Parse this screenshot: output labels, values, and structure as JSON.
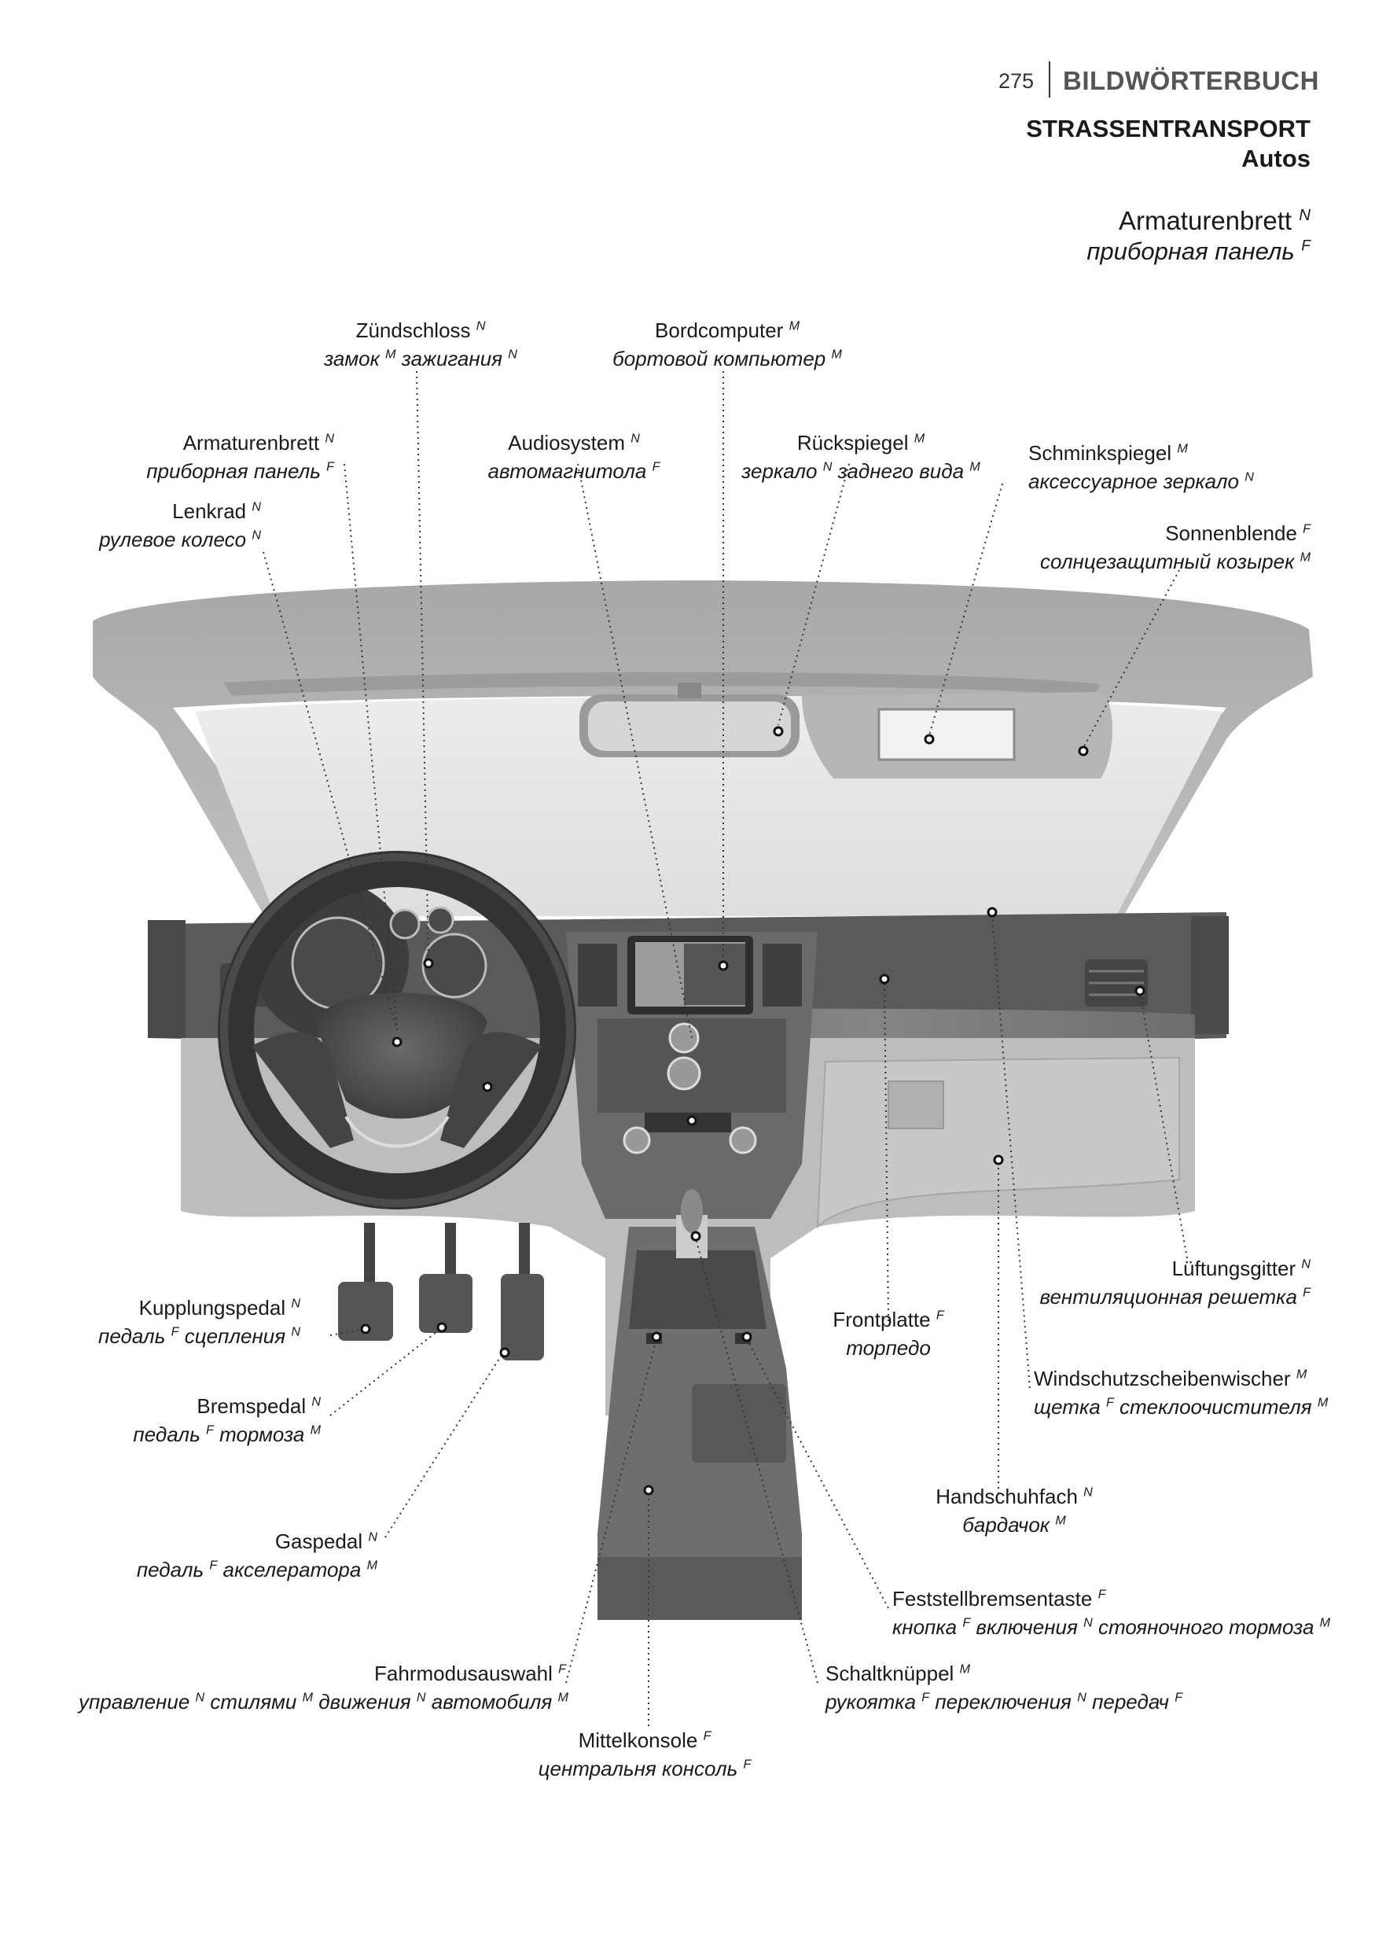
{
  "header": {
    "page_number": "275",
    "section": "BILDWÖRTERBUCH",
    "topic": "STRASSENTRANSPORT",
    "subtopic": "Autos",
    "term_de": "Armaturenbrett",
    "term_de_gender": "N",
    "term_ru": "приборная панель",
    "term_ru_gender": "F"
  },
  "labels": {
    "zuendschloss": {
      "de": "Zündschloss",
      "de_g": "N",
      "ru1": "замок",
      "ru1_g": "M",
      "ru2": "зажигания",
      "ru2_g": "N"
    },
    "bordcomputer": {
      "de": "Bordcomputer",
      "de_g": "M",
      "ru1": "бортовой компьютер",
      "ru1_g": "M"
    },
    "armaturenbrett": {
      "de": "Armaturenbrett",
      "de_g": "N",
      "ru1": "приборная панель",
      "ru1_g": "F"
    },
    "audiosystem": {
      "de": "Audiosystem",
      "de_g": "N",
      "ru1": "автомагнитола",
      "ru1_g": "F"
    },
    "rueckspiegel": {
      "de": "Rückspiegel",
      "de_g": "M",
      "ru1": "зеркало",
      "ru1_g": "N",
      "ru2": "заднего вида",
      "ru2_g": "M"
    },
    "schminkspiegel": {
      "de": "Schminkspiegel",
      "de_g": "M",
      "ru1": "аксессуарное зеркало",
      "ru1_g": "N"
    },
    "lenkrad": {
      "de": "Lenkrad",
      "de_g": "N",
      "ru1": "рулевое колесо",
      "ru1_g": "N"
    },
    "sonnenblende": {
      "de": "Sonnenblende",
      "de_g": "F",
      "ru1": "солнцезащитный козырек",
      "ru1_g": "M"
    },
    "lueftungsgitter": {
      "de": "Lüftungsgitter",
      "de_g": "N",
      "ru1": "вентиляционная решетка",
      "ru1_g": "F"
    },
    "kupplungspedal": {
      "de": "Kupplungspedal",
      "de_g": "N",
      "ru1": "педаль",
      "ru1_g": "F",
      "ru2": "сцепления",
      "ru2_g": "N"
    },
    "frontplatte": {
      "de": "Frontplatte",
      "de_g": "F",
      "ru1": "торпедо",
      "ru1_g": ""
    },
    "windschutz": {
      "de": "Windschutzscheibenwischer",
      "de_g": "M",
      "ru1": "щетка",
      "ru1_g": "F",
      "ru2": "стеклоочистителя",
      "ru2_g": "M"
    },
    "bremspedal": {
      "de": "Bremspedal",
      "de_g": "N",
      "ru1": "педаль",
      "ru1_g": "F",
      "ru2": "тормоза",
      "ru2_g": "M"
    },
    "handschuhfach": {
      "de": "Handschuhfach",
      "de_g": "N",
      "ru1": "бардачок",
      "ru1_g": "M"
    },
    "gaspedal": {
      "de": "Gaspedal",
      "de_g": "N",
      "ru1": "педаль",
      "ru1_g": "F",
      "ru2": "акселератора",
      "ru2_g": "M"
    },
    "feststell": {
      "de": "Feststellbremsentaste",
      "de_g": "F",
      "ru1": "кнопка",
      "ru1_g": "F",
      "ru2": "включения",
      "ru2_g": "N",
      "ru3": "стояночного тормоза",
      "ru3_g": "M"
    },
    "fahrmodus": {
      "de": "Fahrmodusauswahl",
      "de_g": "F",
      "ru1": "управление",
      "ru1_g": "N",
      "ru2": "стилями",
      "ru2_g": "M",
      "ru3": "движения",
      "ru3_g": "N",
      "ru4": "автомобиля",
      "ru4_g": "M"
    },
    "schaltknueppel": {
      "de": "Schaltknüppel",
      "de_g": "M",
      "ru1": "рукоятка",
      "ru1_g": "F",
      "ru2": "переключения",
      "ru2_g": "N",
      "ru3": "передач",
      "ru3_g": "F"
    },
    "mittelkonsole": {
      "de": "Mittelkonsole",
      "de_g": "F",
      "ru1": "центральня консоль",
      "ru1_g": "F"
    }
  },
  "colors": {
    "roof": "#b3b3b3",
    "glass": "#e8e8e8",
    "dash_top": "#5e5e5e",
    "dash_lower": "#bcbcbc",
    "console": "#636363",
    "leader": "#333333"
  }
}
